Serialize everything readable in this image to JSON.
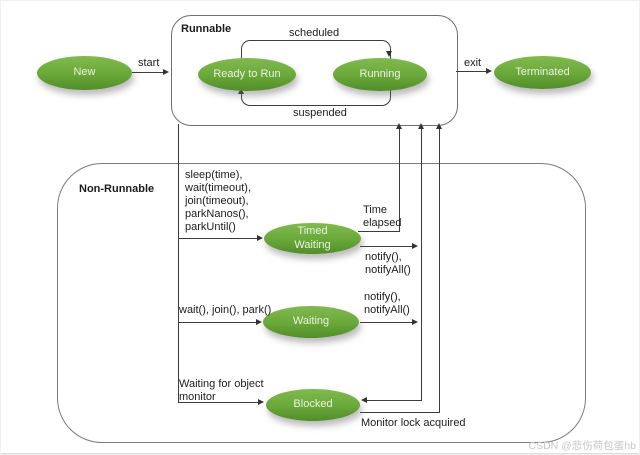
{
  "groups": {
    "runnable": "Runnable",
    "non_runnable": "Non-Runnable"
  },
  "states": {
    "new": "New",
    "ready_to_run": "Ready to Run",
    "running": "Running",
    "terminated": "Terminated",
    "timed_waiting": [
      "Timed",
      "Waiting"
    ],
    "waiting": "Waiting",
    "blocked": "Blocked"
  },
  "transitions": {
    "start": "start",
    "scheduled": "scheduled",
    "suspended": "suspended",
    "exit": "exit",
    "timed_waiting_calls": [
      "sleep(time),",
      "wait(timeout),",
      "join(timeout),",
      "parkNanos(),",
      "parkUntil()"
    ],
    "time_elapsed": [
      "Time",
      "elapsed"
    ],
    "notify_from_timed_waiting": [
      "notify(),",
      "notifyAll()"
    ],
    "notify_from_waiting": [
      "notify(),",
      "notifyAll()"
    ],
    "waiting_calls": "wait(), join(), park()",
    "blocked_reason": [
      "Waiting for object",
      "monitor"
    ],
    "monitor_acquired": "Monitor lock acquired"
  },
  "watermark": "CSDN @悲伤荷包蛋hb"
}
